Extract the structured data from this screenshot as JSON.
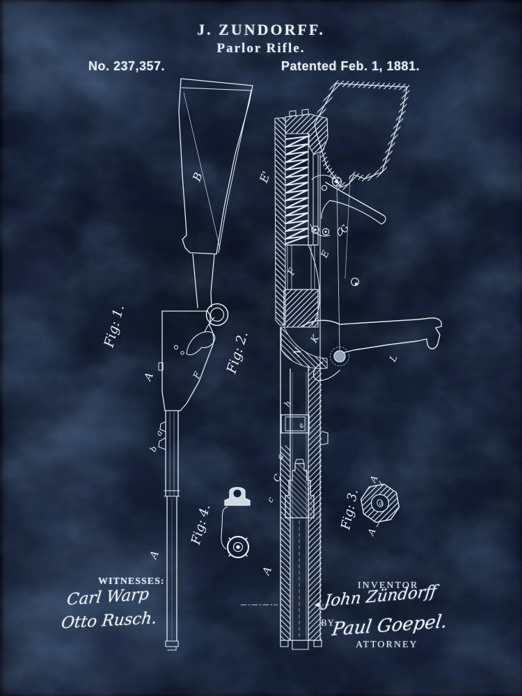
{
  "header": {
    "inventor_name": "J. ZUNDORFF.",
    "invention_title": "Parlor Rifle.",
    "patent_number": "No. 237,357.",
    "patent_date": "Patented Feb. 1, 1881."
  },
  "figure_captions": {
    "fig1": "Fig: 1.",
    "fig2": "Fig: 2.",
    "fig3": "Fig: 3.",
    "fig4": "Fig: 4."
  },
  "part_labels": {
    "b_stock": "B",
    "a_frame": "A",
    "f_lock": "F",
    "a_rear_sight": "a",
    "b_rear_sight": "b",
    "a_barrel_fig1": "A",
    "e_mainspring": "E'",
    "e_breech": "E",
    "f_firing_pin": "F",
    "g_trigger": "G",
    "k_carrier": "K",
    "n_block": "N",
    "l_lever": "L",
    "h_catch": "h",
    "e_follower": "e",
    "a_chamber": "a",
    "c_breech_upper": "C",
    "c_breech_lower": "c",
    "a_barrel_fig2": "A",
    "a_octagon_top": "A",
    "a_octagon_bottom": "A",
    "a_bore": "a"
  },
  "footer": {
    "witnesses_heading": "WITNESSES:",
    "witness1_signature": "Carl Warp",
    "witness2_signature": "Otto Rusch.",
    "inventor_heading": "INVENTOR",
    "inventor_signature": "John Zündorff",
    "by_label": "BY",
    "attorney_signature": "Paul Goepel.",
    "attorney_heading": "ATTORNEY"
  },
  "colors": {
    "background": "#121d33",
    "ink": "#e6edf6"
  }
}
